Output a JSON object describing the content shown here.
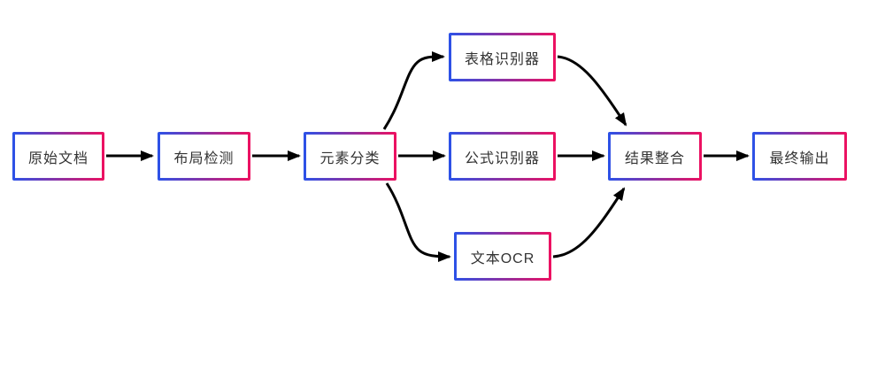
{
  "diagram": {
    "type": "flowchart",
    "direction": "left-to-right",
    "nodes": [
      {
        "id": "original-document",
        "label": "原始文档"
      },
      {
        "id": "layout-detection",
        "label": "布局检测"
      },
      {
        "id": "element-classification",
        "label": "元素分类"
      },
      {
        "id": "table-recognizer",
        "label": "表格识别器"
      },
      {
        "id": "formula-recognizer",
        "label": "公式识别器"
      },
      {
        "id": "text-ocr",
        "label": "文本OCR"
      },
      {
        "id": "result-integration",
        "label": "结果整合"
      },
      {
        "id": "final-output",
        "label": "最终输出"
      }
    ],
    "edges": [
      {
        "from": "original-document",
        "to": "layout-detection"
      },
      {
        "from": "layout-detection",
        "to": "element-classification"
      },
      {
        "from": "element-classification",
        "to": "table-recognizer"
      },
      {
        "from": "element-classification",
        "to": "formula-recognizer"
      },
      {
        "from": "element-classification",
        "to": "text-ocr"
      },
      {
        "from": "table-recognizer",
        "to": "result-integration"
      },
      {
        "from": "formula-recognizer",
        "to": "result-integration"
      },
      {
        "from": "text-ocr",
        "to": "result-integration"
      },
      {
        "from": "result-integration",
        "to": "final-output"
      }
    ]
  },
  "colors": {
    "node_border_gradient_start": "#2b52e8",
    "node_border_gradient_end": "#ee1060",
    "node_background": "#ffffff",
    "node_text": "#333333",
    "arrow": "#000000",
    "canvas_background": "#ffffff"
  }
}
